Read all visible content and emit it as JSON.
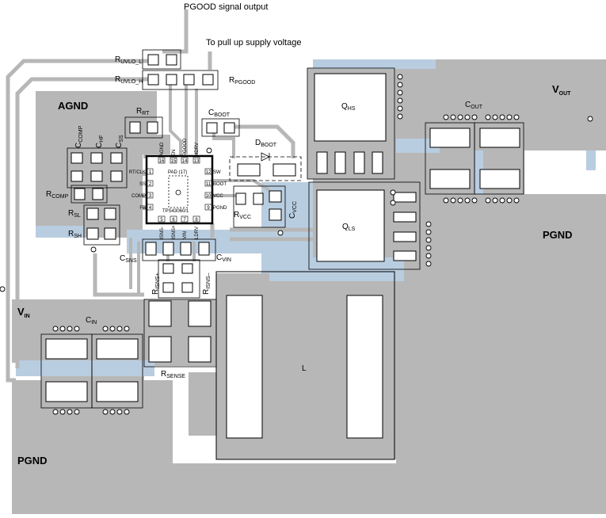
{
  "annotations": {
    "pgood_signal": "PGOOD signal output",
    "pullup": "To pull up supply voltage"
  },
  "regions": {
    "agnd": "AGND",
    "pgnd_right": "PGND",
    "pgnd_left": "PGND",
    "vin": {
      "main": "V",
      "sub": "IN"
    },
    "vout": {
      "main": "V",
      "sub": "OUT"
    }
  },
  "components": {
    "ruvlo_l": {
      "main": "R",
      "sub": "UVLO_L"
    },
    "ruvlo_h": {
      "main": "R",
      "sub": "UVLO_H"
    },
    "rpgood": {
      "main": "R",
      "sub": "PGOOD"
    },
    "rrt": {
      "main": "R",
      "sub": "RT"
    },
    "cboot": {
      "main": "C",
      "sub": "BOOT"
    },
    "dboot": {
      "main": "D",
      "sub": "BOOT"
    },
    "ccomp": {
      "main": "C",
      "sub": "COMP"
    },
    "chf": {
      "main": "C",
      "sub": "HF"
    },
    "css": {
      "main": "C",
      "sub": "SS"
    },
    "rcomp": {
      "main": "R",
      "sub": "COMP"
    },
    "rsl": {
      "main": "R",
      "sub": "SL"
    },
    "rsh": {
      "main": "R",
      "sub": "SH"
    },
    "qhs": {
      "main": "Q",
      "sub": "HS"
    },
    "qls": {
      "main": "Q",
      "sub": "LS"
    },
    "cout": {
      "main": "C",
      "sub": "OUT"
    },
    "rvcc": {
      "main": "R",
      "sub": "VCC"
    },
    "cvcc": {
      "main": "C",
      "sub": "VCC"
    },
    "csns": {
      "main": "C",
      "sub": "SNS"
    },
    "cvin": {
      "main": "C",
      "sub": "VIN"
    },
    "rsns_plus": {
      "main": "R",
      "sub": "ISNS+"
    },
    "rsns_minus": {
      "main": "R",
      "sub": "ISNS–"
    },
    "cin": {
      "main": "C",
      "sub": "IN"
    },
    "rsense": {
      "main": "R",
      "sub": "SENSE"
    },
    "inductor": "L"
  },
  "ic": {
    "part": "TPS43060/1",
    "pad": "PAD (17)",
    "pins_left": [
      {
        "num": "1",
        "name": "RT/CLK"
      },
      {
        "num": "2",
        "name": "SS"
      },
      {
        "num": "3",
        "name": "COMP"
      },
      {
        "num": "4",
        "name": "FB"
      }
    ],
    "pins_right": [
      {
        "num": "12",
        "name": "SW"
      },
      {
        "num": "11",
        "name": "BOOT"
      },
      {
        "num": "10",
        "name": "VCC"
      },
      {
        "num": "9",
        "name": "PGND"
      }
    ],
    "pins_top": [
      {
        "num": "16",
        "name": "AGND"
      },
      {
        "num": "15",
        "name": "EN"
      },
      {
        "num": "14",
        "name": "PGOOD"
      },
      {
        "num": "13",
        "name": "HDRV"
      }
    ],
    "pins_bottom": [
      {
        "num": "5",
        "name": "ISNS-"
      },
      {
        "num": "6",
        "name": "ISNS+"
      },
      {
        "num": "7",
        "name": "VIN"
      },
      {
        "num": "8",
        "name": "LDRV"
      }
    ]
  }
}
